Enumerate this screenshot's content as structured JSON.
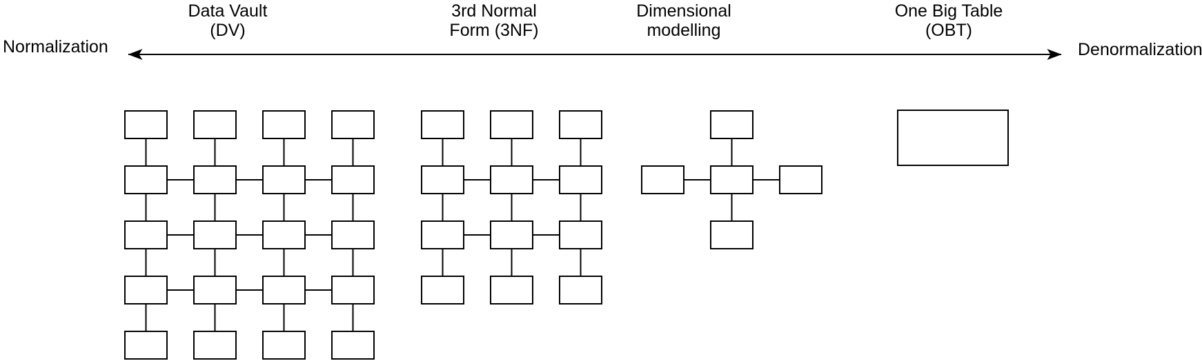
{
  "colors": {
    "ink": "#000000",
    "shape_fill": "#ffffff",
    "background": "#ffffff"
  },
  "axis": {
    "left_label": "Normalization",
    "right_label": "Denormalization"
  },
  "diagrams": [
    {
      "name": "data-vault",
      "label_lines": [
        "Data Vault",
        "(DV)"
      ],
      "type": "grid",
      "columns": 4,
      "rows": 5,
      "horizontally_linked_rows": [
        2,
        3,
        4
      ],
      "vertically_linked": true,
      "table_count": 20
    },
    {
      "name": "third-normal-form",
      "label_lines": [
        "3rd Normal",
        "Form (3NF)"
      ],
      "type": "grid",
      "columns": 3,
      "rows": 4,
      "horizontally_linked_rows": [
        2,
        3
      ],
      "vertically_linked": true,
      "table_count": 12
    },
    {
      "name": "dimensional-modelling",
      "label_lines": [
        "Dimensional",
        "modelling"
      ],
      "type": "star",
      "satellites": [
        "top",
        "left",
        "right",
        "bottom"
      ],
      "table_count": 5
    },
    {
      "name": "one-big-table",
      "label_lines": [
        "One Big Table",
        "(OBT)"
      ],
      "type": "single",
      "table_count": 1
    }
  ]
}
